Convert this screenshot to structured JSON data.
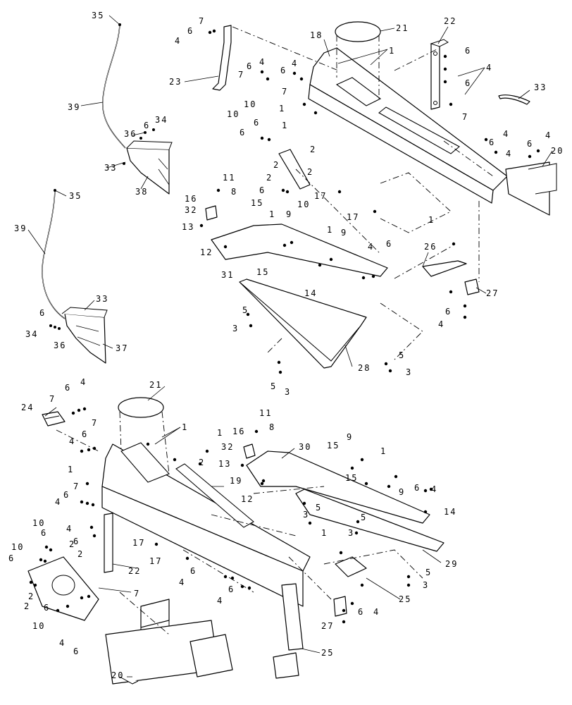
{
  "diagram_type": "exploded parts view",
  "callouts": {
    "n1": "1",
    "n2": "2",
    "n3": "3",
    "n4": "4",
    "n5": "5",
    "n6": "6",
    "n7": "7",
    "n8": "8",
    "n9": "9",
    "n10": "10",
    "n11": "11",
    "n12": "12",
    "n13": "13",
    "n14": "14",
    "n15": "15",
    "n16": "16",
    "n17": "17",
    "n18": "18",
    "n19": "19",
    "n20": "20",
    "n21": "21",
    "n22": "22",
    "n23": "23",
    "n24": "24",
    "n25": "25",
    "n26": "26",
    "n27": "27",
    "n28": "28",
    "n29": "29",
    "n30": "30",
    "n31": "31",
    "n32": "32",
    "n33": "33",
    "n34": "34",
    "n35": "35",
    "n36": "36",
    "n37": "37",
    "n38": "38",
    "n39": "39"
  },
  "colors": {
    "line": "#000000",
    "background": "#ffffff"
  }
}
